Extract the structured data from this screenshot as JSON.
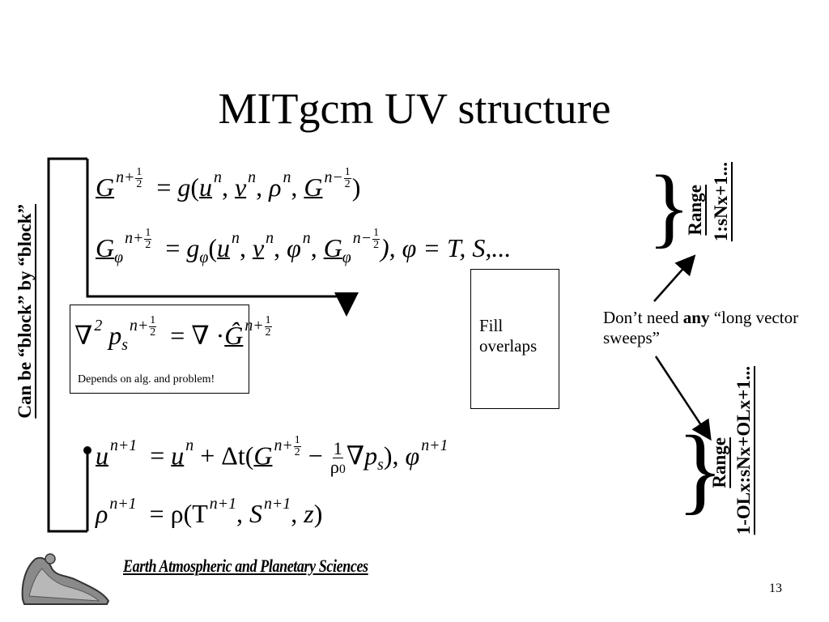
{
  "slide": {
    "title": "MITgcm UV structure",
    "page_number": "13",
    "institution": "Earth Atmospheric and Planetary Sciences"
  },
  "labels": {
    "block": "Can be “block” by “block”",
    "range_top_word": "Range",
    "range_top_bounds": "1:sNx+1...",
    "range_bottom_word": "Range",
    "range_bottom_bounds": "1-OLx:sNx+OLx+1...",
    "fill_overlaps": "Fill overlaps",
    "depends": "Depends on alg. and problem!",
    "dont_need_prefix": "Don’t need",
    "dont_need_bold": "any",
    "dont_need_suffix": "“long vector sweeps”"
  },
  "equations": {
    "eq1_tail": "= g(",
    "eq2_tail": "), φ = T, S,...",
    "eq3_equals": "= ∇ ·",
    "eq4_mid": "+ Δt(",
    "eq5": "= ρ(T"
  },
  "icons": [
    "eaps-logo",
    "bullet-dot"
  ]
}
